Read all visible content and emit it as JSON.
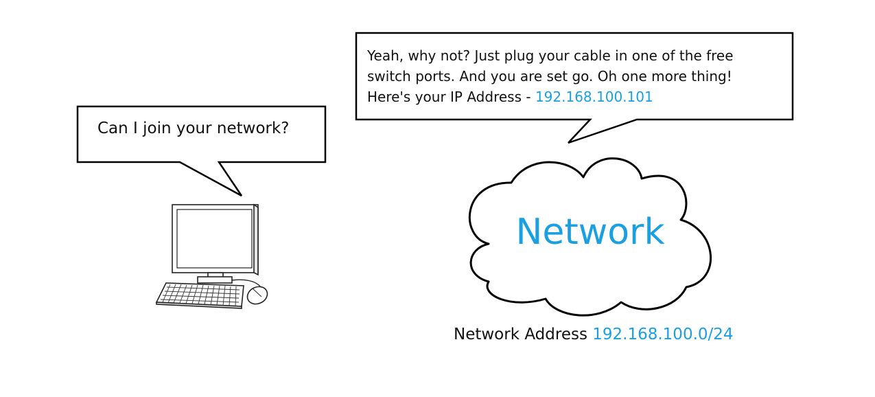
{
  "client_bubble": {
    "text": "Can I join your network?"
  },
  "server_bubble": {
    "line1": "Yeah, why not? Just plug your cable in one of the free",
    "line2": "switch ports. And you are set go. Oh one more thing!",
    "line3_prefix": "Here's your IP Address - ",
    "ip_address": "192.168.100.101"
  },
  "network": {
    "label": "Network",
    "address_label": "Network Address ",
    "address_value": "192.168.100.0/24"
  },
  "colors": {
    "accent": "#1a9fe0",
    "text": "#111111",
    "outline": "#000000"
  },
  "icons": {
    "computer": "desktop-computer-icon",
    "cloud": "cloud-icon"
  }
}
